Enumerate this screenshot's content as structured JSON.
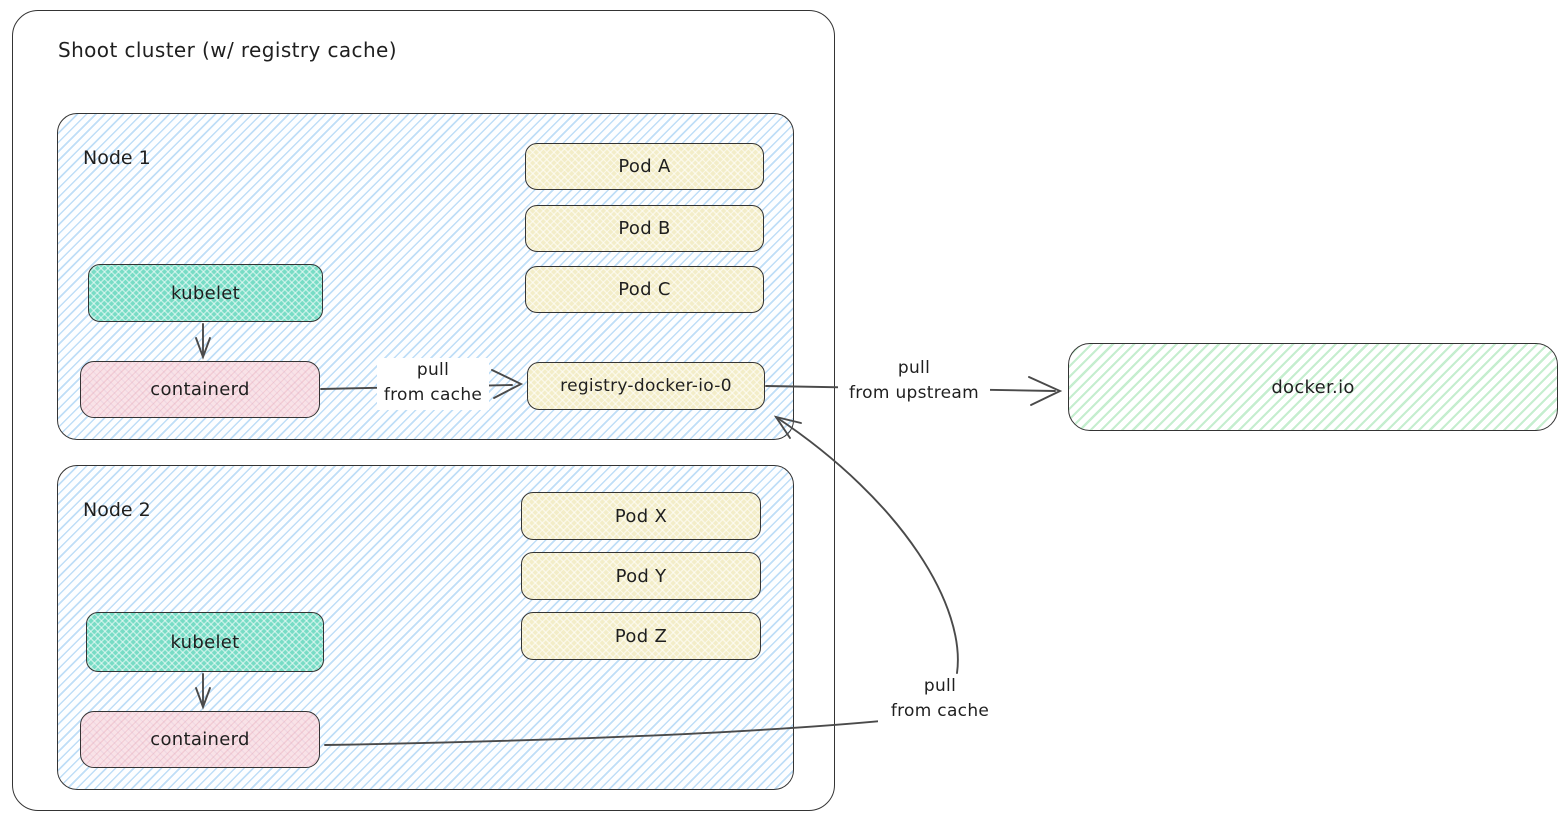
{
  "diagram": {
    "title": "Shoot cluster (w/ registry cache)",
    "node1": {
      "label": "Node 1",
      "kubelet": "kubelet",
      "containerd": "containerd",
      "pods": [
        "Pod A",
        "Pod B",
        "Pod C"
      ]
    },
    "registry": {
      "label": "registry-docker-io-0"
    },
    "node2": {
      "label": "Node 2",
      "kubelet": "kubelet",
      "containerd": "containerd",
      "pods": [
        "Pod X",
        "Pod Y",
        "Pod Z"
      ]
    },
    "upstream": {
      "label": "docker.io"
    },
    "edges": {
      "cache1": {
        "line1": "pull",
        "line2": "from cache"
      },
      "upstream": {
        "line1": "pull",
        "line2": "from upstream"
      },
      "cache2": {
        "line1": "pull",
        "line2": "from cache"
      }
    },
    "colors": {
      "ink": "#343434",
      "arrow": "#4a4a4a",
      "node_hatch_blue": "#9ecdf3",
      "kubelet_teal": "#77dcc5",
      "containerd_pink": "#f9e2e7",
      "pod_yellow": "#f3edc8",
      "upstream_green_hatch": "#96e0a8"
    }
  }
}
